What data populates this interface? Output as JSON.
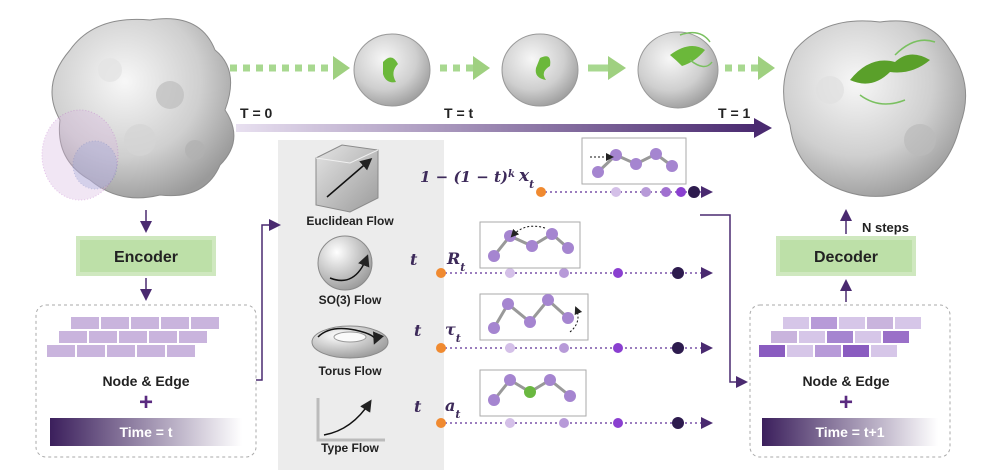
{
  "timeline": {
    "start_label": "T = 0",
    "mid_label": "T = t",
    "end_label": "T = 1"
  },
  "encoder": {
    "label": "Encoder"
  },
  "decoder": {
    "label": "Decoder",
    "steps_label": "N steps"
  },
  "left_panel": {
    "features_label": "Node & Edge",
    "plus": "+",
    "time_label": "Time = t"
  },
  "right_panel": {
    "features_label": "Node & Edge",
    "plus": "+",
    "time_label": "Time = t+1"
  },
  "flows": [
    {
      "name": "Euclidean Flow",
      "schedule": "1 − (1 − t)",
      "schedule_exp": "k",
      "var": "x",
      "sub": "t"
    },
    {
      "name": "SO(3) Flow",
      "schedule": "t",
      "var": "R",
      "sub": "t"
    },
    {
      "name": "Torus Flow",
      "schedule": "t",
      "var": "τ",
      "sub": "t"
    },
    {
      "name": "Type Flow",
      "schedule": "t",
      "var": "a",
      "sub": "t"
    }
  ],
  "colors": {
    "accent_purple": "#5a3a8a",
    "box_green": "#c8e6b8",
    "orange": "#f08a30",
    "gray_panel": "#ececec",
    "dark_node": "#2d1b4e"
  }
}
